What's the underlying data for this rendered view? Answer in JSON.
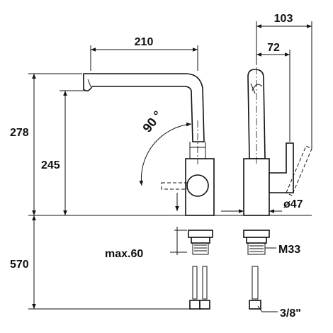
{
  "dimensions": {
    "spout_reach": "210",
    "total_depth": "103",
    "lever_depth": "72",
    "total_height": "278",
    "spout_height": "245",
    "rotation_angle": "90 °",
    "hole_diameter": "ø47",
    "max_deck_thickness": "max.60",
    "thread_size": "M33",
    "hose_length": "570",
    "connection_size": "3/8\""
  }
}
